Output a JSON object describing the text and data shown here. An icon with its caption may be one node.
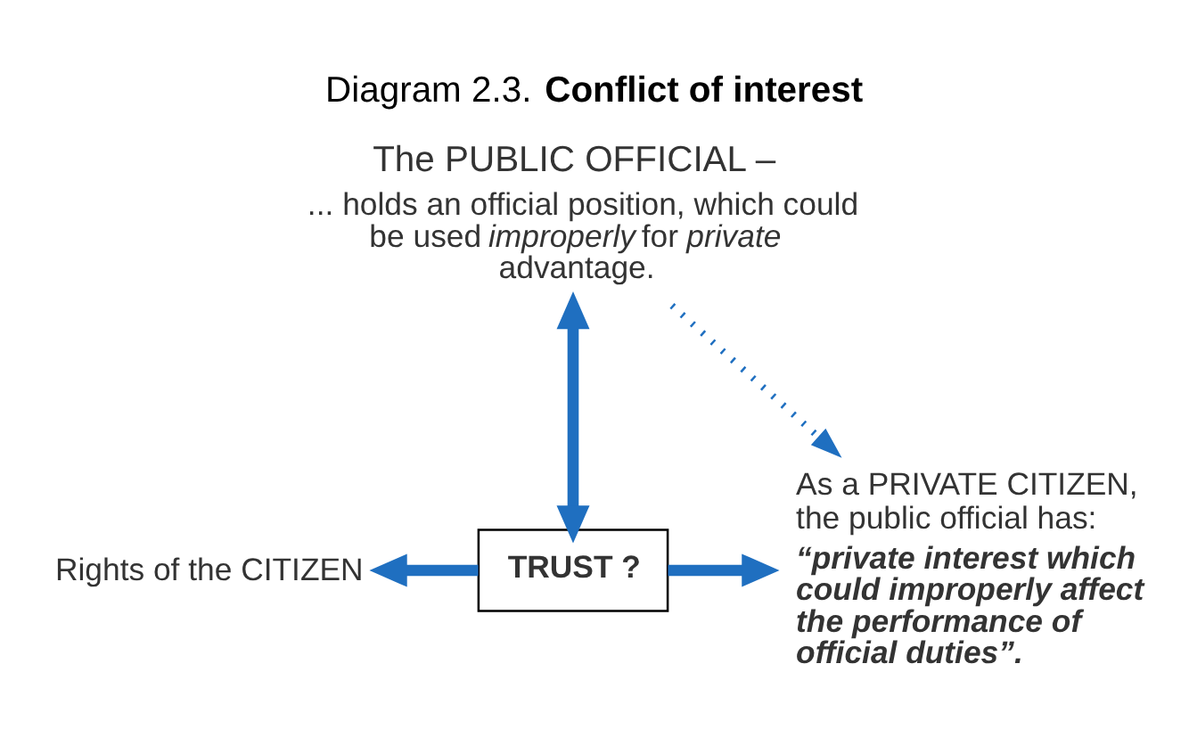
{
  "diagram": {
    "title": "Diagram 2.3. **Conflict of interest**",
    "nodes": [
      {
        "text": [
          "The PUBLIC OFFICIAL –",
          "... holds an official position, which could be used *improperly* for *private* advantage."
        ]
      },
      {
        "text": [
          "TRUST ?"
        ]
      },
      {
        "text": [
          "Rights of the CITIZEN"
        ]
      },
      {
        "text": [
          "As a PRIVATE CITIZEN, the public official has:",
          "“private interest which could improperly affect the performance of official duties”."
        ]
      }
    ],
    "edges": [
      {
        "from": 0,
        "to": 1,
        "arrow": "both"
      },
      {
        "from": 0,
        "to": 3,
        "arrow": "to",
        "style": "dashed"
      },
      {
        "from": 1,
        "to": 2,
        "arrow": "to"
      },
      {
        "from": 1,
        "to": 3,
        "arrow": "to"
      }
    ]
  }
}
